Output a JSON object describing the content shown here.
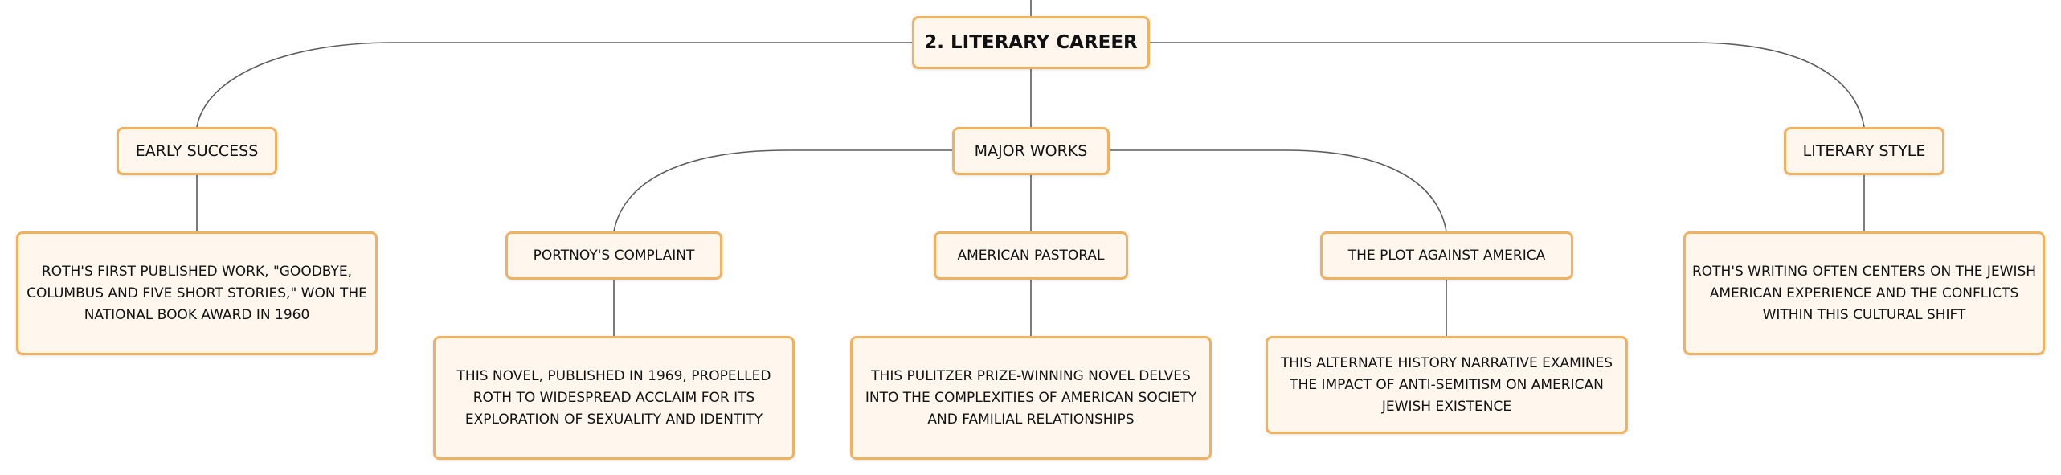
{
  "diagram": {
    "root": {
      "label": "2. LITERARY CAREER"
    },
    "branches": [
      {
        "label": "EARLY SUCCESS",
        "detail": "ROTH'S FIRST PUBLISHED WORK, \"GOODBYE, COLUMBUS AND FIVE SHORT STORIES,\" WON THE NATIONAL BOOK AWARD IN 1960"
      },
      {
        "label": "MAJOR WORKS",
        "works": [
          {
            "label": "PORTNOY'S COMPLAINT",
            "detail": "THIS NOVEL, PUBLISHED IN 1969, PROPELLED ROTH TO WIDESPREAD ACCLAIM FOR ITS EXPLORATION OF SEXUALITY AND IDENTITY"
          },
          {
            "label": "AMERICAN PASTORAL",
            "detail": "THIS PULITZER PRIZE-WINNING NOVEL DELVES INTO THE COMPLEXITIES OF AMERICAN SOCIETY AND FAMILIAL RELATIONSHIPS"
          },
          {
            "label": "THE PLOT AGAINST AMERICA",
            "detail": "THIS ALTERNATE HISTORY NARRATIVE EXAMINES THE IMPACT OF ANTI-SEMITISM ON AMERICAN JEWISH EXISTENCE"
          }
        ]
      },
      {
        "label": "LITERARY STYLE",
        "detail": "ROTH'S WRITING OFTEN CENTERS ON THE JEWISH AMERICAN EXPERIENCE AND THE CONFLICTS WITHIN THIS CULTURAL SHIFT"
      }
    ],
    "colors": {
      "node_border": "#f0b25e",
      "node_fill": "#fff6ee",
      "connector": "#5c5c5c",
      "text": "#111111"
    }
  }
}
